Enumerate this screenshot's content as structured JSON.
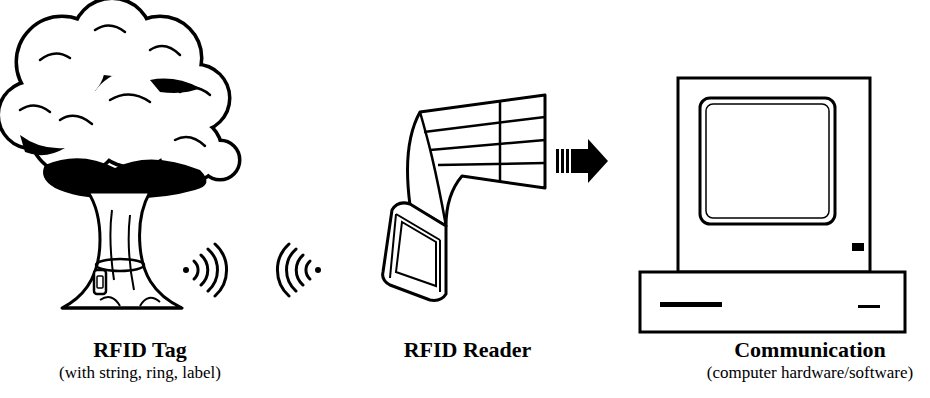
{
  "diagram": {
    "nodes": [
      {
        "text": [
          "RFID Tag",
          "(with string, ring, label)"
        ]
      },
      {
        "text": [
          "RFID Reader"
        ]
      },
      {
        "text": [
          "Communication",
          "(computer hardware/software)"
        ]
      }
    ],
    "edges": [
      {
        "from": 1,
        "to": 2,
        "arrow": "to"
      }
    ]
  }
}
